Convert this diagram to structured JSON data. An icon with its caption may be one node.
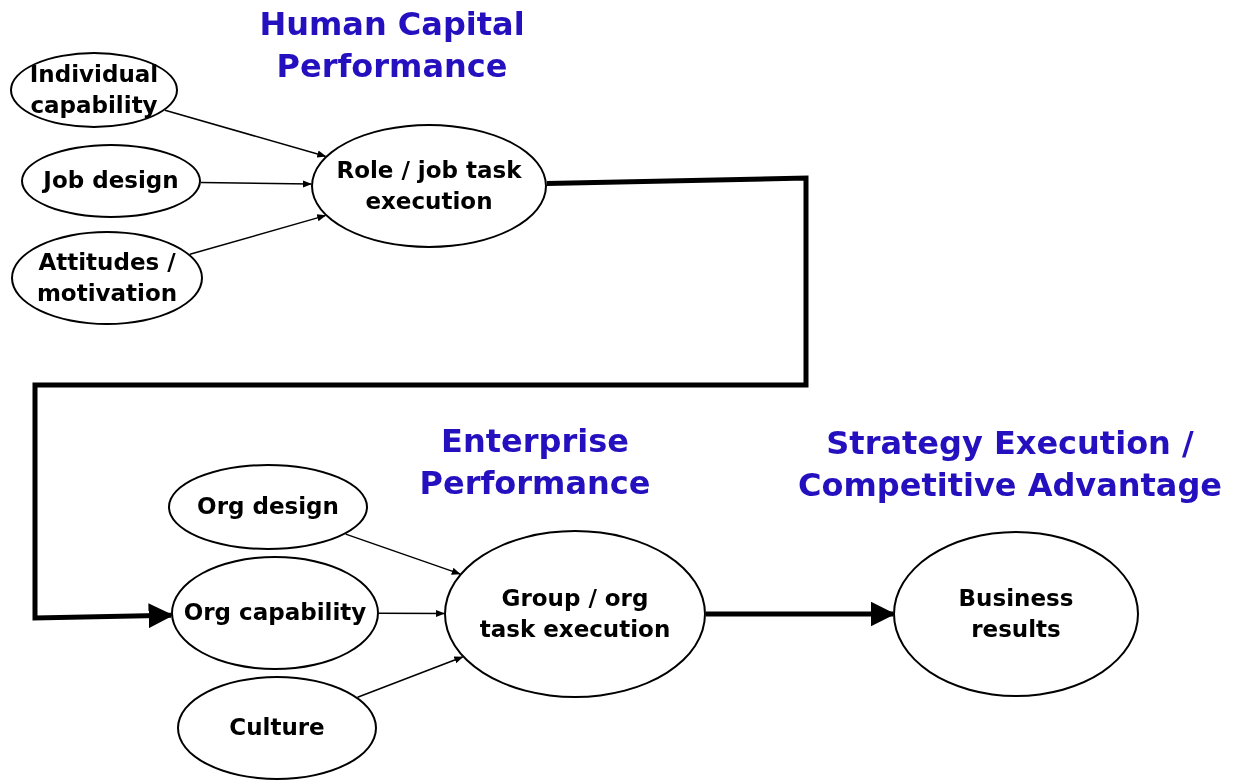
{
  "diagram": {
    "nodes": [
      {
        "text": [
          "Individual capability"
        ]
      },
      {
        "text": [
          "Job design"
        ]
      },
      {
        "text": [
          "Attitudes / motivation"
        ]
      },
      {
        "text": [
          "Role / job task execution"
        ]
      },
      {
        "text": [
          "Org design"
        ]
      },
      {
        "text": [
          "Org capability"
        ]
      },
      {
        "text": [
          "Culture"
        ]
      },
      {
        "text": [
          "Group / org task execution"
        ]
      },
      {
        "text": [
          "Business results"
        ]
      }
    ],
    "edges": [
      {
        "from": 0,
        "to": 3,
        "arrow": "to"
      },
      {
        "from": 1,
        "to": 3,
        "arrow": "to"
      },
      {
        "from": 2,
        "to": 3,
        "arrow": "to"
      },
      {
        "from": 3,
        "to": 5,
        "arrow": "to",
        "style": "thick"
      },
      {
        "from": 4,
        "to": 7,
        "arrow": "to"
      },
      {
        "from": 5,
        "to": 7,
        "arrow": "to"
      },
      {
        "from": 6,
        "to": 7,
        "arrow": "to"
      },
      {
        "from": 7,
        "to": 8,
        "arrow": "to",
        "style": "thick"
      }
    ],
    "labels": [
      "Human Capital Performance",
      "Enterprise Performance",
      "Strategy Execution / Competitive Advantage"
    ]
  }
}
